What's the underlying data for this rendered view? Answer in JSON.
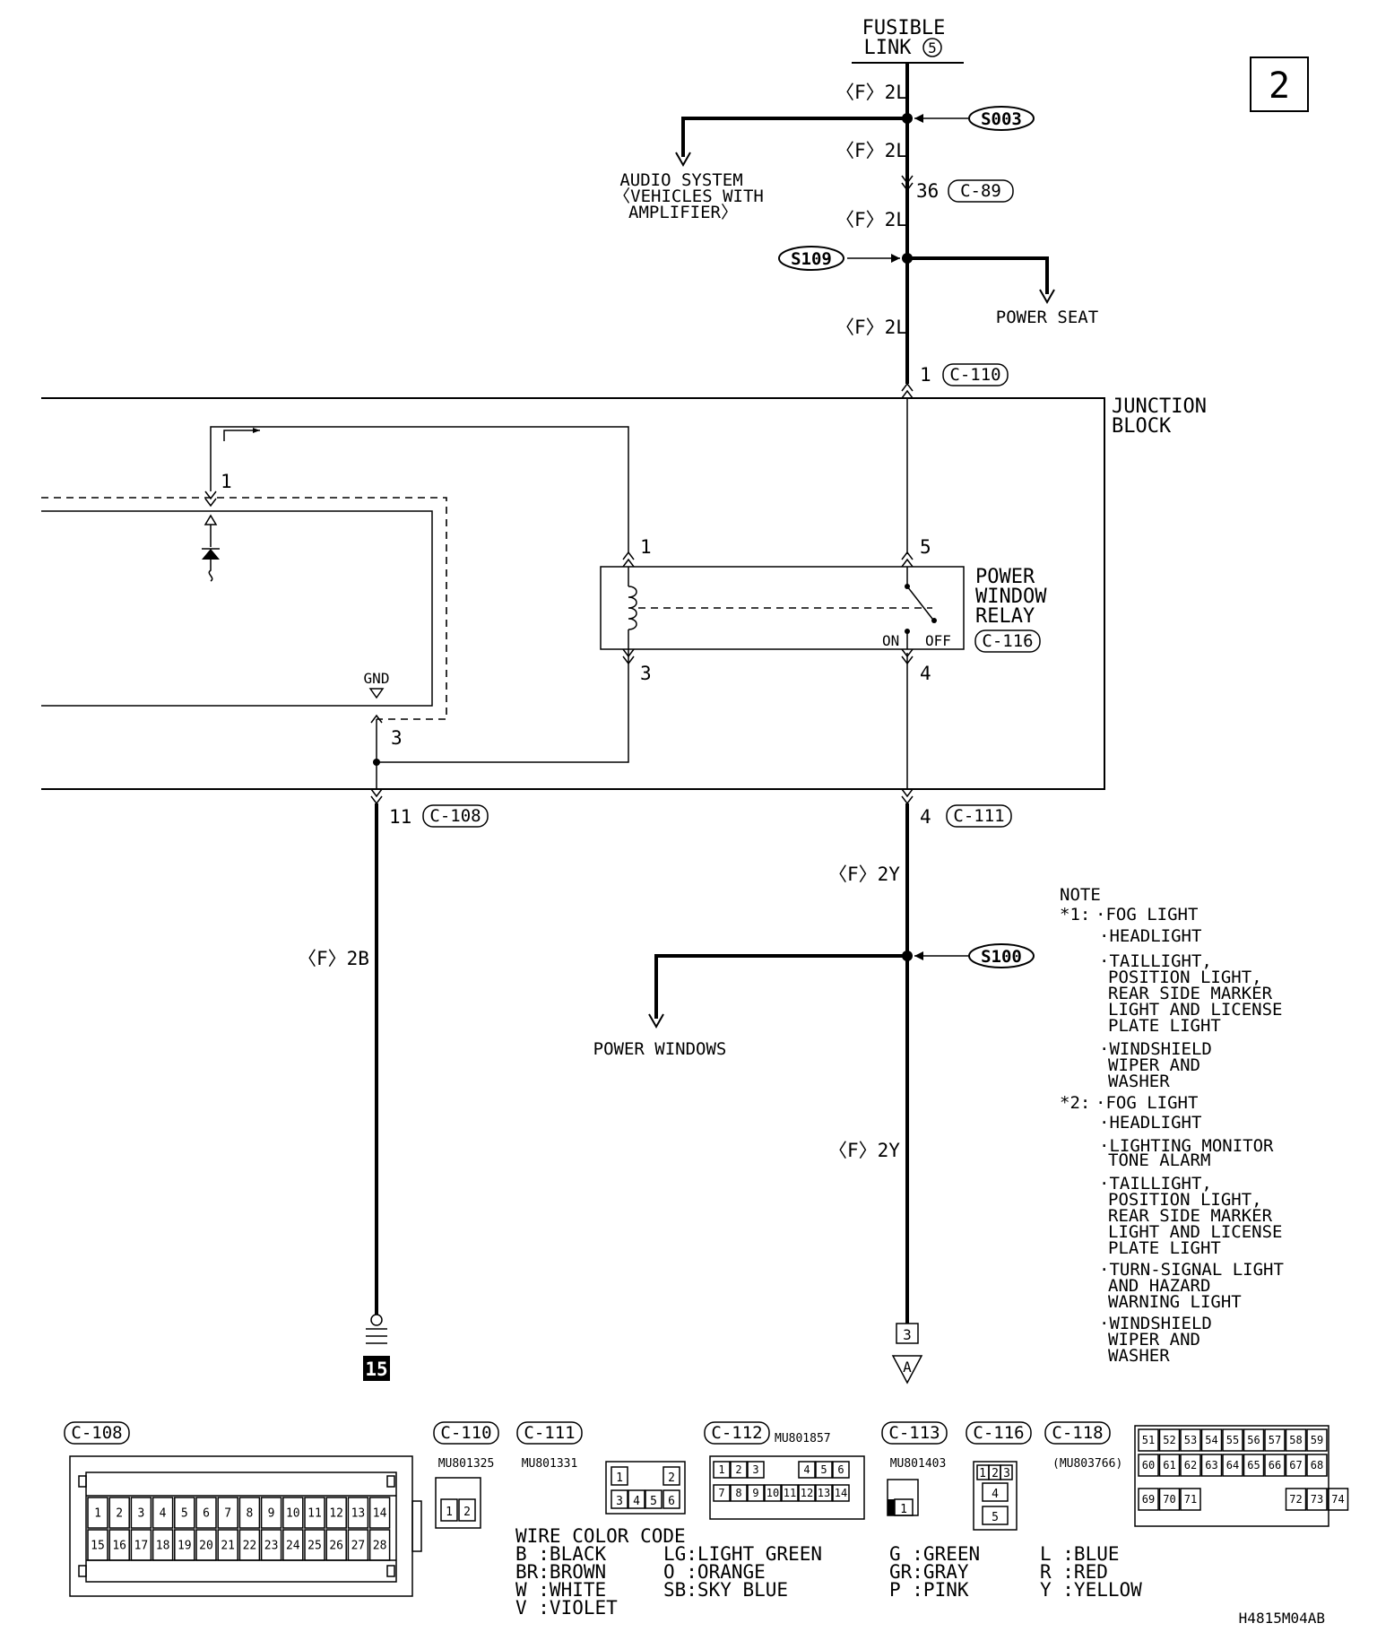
{
  "page_number": "2",
  "drawing_id": "H4815M04AB",
  "source": {
    "line1": "FUSIBLE",
    "line2": "LINK",
    "num": "5"
  },
  "wires": {
    "f2l": "〈F〉2L",
    "f2y": "〈F〉2Y",
    "f2b": "〈F〉2B"
  },
  "splices": {
    "s003": "S003",
    "s109": "S109",
    "s100": "S100"
  },
  "branches": {
    "audio": [
      "AUDIO SYSTEM",
      "〈VEHICLES WITH",
      "AMPLIFIER〉"
    ],
    "seat": "POWER SEAT",
    "windows": "POWER WINDOWS"
  },
  "connectors": {
    "c89": {
      "pin": "36",
      "name": "C-89"
    },
    "c110": {
      "pin": "1",
      "name": "C-110"
    },
    "c111": {
      "pin": "4",
      "name": "C-111"
    },
    "c108": {
      "pin": "11",
      "name": "C-108"
    },
    "c116": {
      "name": "C-116"
    }
  },
  "junction_block": [
    "JUNCTION",
    "BLOCK"
  ],
  "relay": {
    "lines": [
      "POWER",
      "WINDOW",
      "RELAY"
    ],
    "pins": {
      "p1": "1",
      "p3": "3",
      "p5": "5",
      "p4": "4"
    },
    "on": "ON",
    "off": "OFF"
  },
  "inner": {
    "pin1": "1",
    "pin3": "3",
    "gnd": "GND"
  },
  "ground_no": "15",
  "to_ref": {
    "box": "3",
    "arrow": "A"
  },
  "note": {
    "title": "NOTE",
    "n1_label": "*1:",
    "n1": [
      "·FOG LIGHT",
      "·HEADLIGHT",
      "·TAILLIGHT,",
      "POSITION LIGHT,",
      "REAR SIDE MARKER",
      "LIGHT AND LICENSE",
      "PLATE LIGHT",
      "·WINDSHIELD",
      "WIPER AND",
      "WASHER"
    ],
    "n2_label": "*2:",
    "n2": [
      "·FOG LIGHT",
      "·HEADLIGHT",
      "·LIGHTING MONITOR",
      "TONE ALARM",
      "·TAILLIGHT,",
      "POSITION LIGHT,",
      "REAR SIDE MARKER",
      "LIGHT AND LICENSE",
      "PLATE LIGHT",
      "·TURN-SIGNAL LIGHT",
      "AND HAZARD",
      "WARNING LIGHT",
      "·WINDSHIELD",
      "WIPER AND",
      "WASHER"
    ]
  },
  "conn_views": {
    "c108": {
      "name": "C-108",
      "row1": [
        "1",
        "2",
        "3",
        "4",
        "5",
        "6",
        "7",
        "8",
        "9",
        "10",
        "11",
        "12",
        "13",
        "14"
      ],
      "row2": [
        "15",
        "16",
        "17",
        "18",
        "19",
        "20",
        "21",
        "22",
        "23",
        "24",
        "25",
        "26",
        "27",
        "28"
      ]
    },
    "c110": {
      "name": "C-110",
      "part": "MU801325",
      "pins": [
        "1",
        "2"
      ]
    },
    "c111": {
      "name": "C-111",
      "part": "MU801331",
      "top": [
        "1",
        "2"
      ],
      "bottom": [
        "3",
        "4",
        "5",
        "6"
      ]
    },
    "c112": {
      "name": "C-112",
      "part": "MU801857",
      "top": [
        "1",
        "2",
        "3",
        "4",
        "5",
        "6"
      ],
      "bottom": [
        "7",
        "8",
        "9",
        "10",
        "11",
        "12",
        "13",
        "14"
      ]
    },
    "c113": {
      "name": "C-113",
      "part": "MU801403",
      "pins": [
        "1"
      ]
    },
    "c116": {
      "name": "C-116",
      "top": [
        "1",
        "2",
        "3"
      ],
      "mid": "4",
      "bot": "5"
    },
    "c118": {
      "name": "C-118",
      "part": "(MU803766)",
      "row1": [
        "51",
        "52",
        "53",
        "54",
        "55",
        "56",
        "57",
        "58",
        "59"
      ],
      "row2": [
        "60",
        "61",
        "62",
        "63",
        "64",
        "65",
        "66",
        "67",
        "68"
      ],
      "row3": [
        "69",
        "70",
        "71",
        "72",
        "73",
        "74"
      ]
    }
  },
  "wire_color": {
    "title": "WIRE COLOR CODE",
    "col1": [
      "B :BLACK",
      "BR:BROWN",
      "W :WHITE",
      "V :VIOLET"
    ],
    "col2": [
      "LG:LIGHT GREEN",
      "O :ORANGE",
      "SB:SKY BLUE"
    ],
    "col3": [
      "G :GREEN",
      "GR:GRAY",
      "P :PINK"
    ],
    "col4": [
      "L :BLUE",
      "R :RED",
      "Y :YELLOW"
    ]
  }
}
